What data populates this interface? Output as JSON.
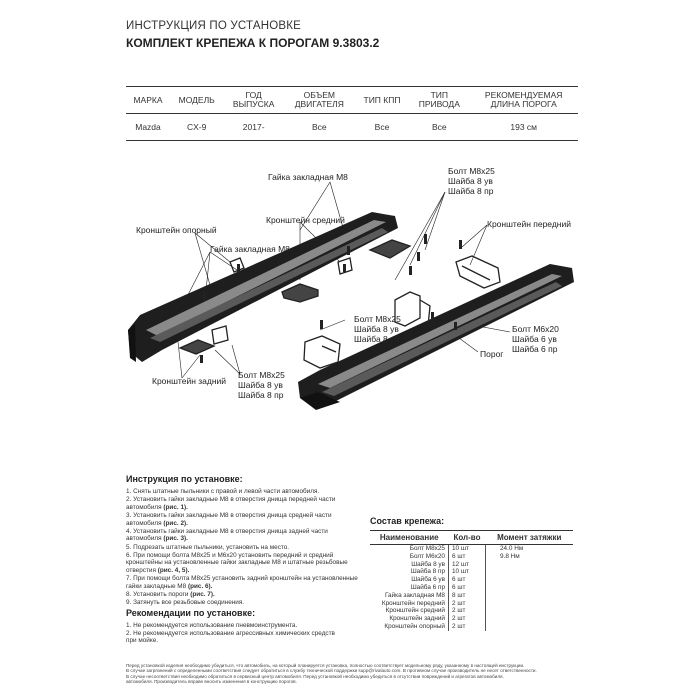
{
  "header": {
    "title": "ИНСТРУКЦИЯ ПО УСТАНОВКЕ",
    "subtitle": "КОМПЛЕКТ КРЕПЕЖА К ПОРОГАМ 9.3803.2"
  },
  "spec_table": {
    "headers": [
      [
        "МАРКА"
      ],
      [
        "МОДЕЛЬ"
      ],
      [
        "ГОД",
        "ВЫПУСКА"
      ],
      [
        "ОБЪЕМ",
        "ДВИГАТЕЛЯ"
      ],
      [
        "ТИП КПП"
      ],
      [
        "ТИП",
        "ПРИВОДА"
      ],
      [
        "РЕКОМЕНДУЕМАЯ",
        "ДЛИНА ПОРОГА"
      ]
    ],
    "row": [
      "Mazda",
      "CX-9",
      "2017-",
      "Все",
      "Все",
      "Все",
      "193 см"
    ]
  },
  "callouts": {
    "nut_top": [
      "Гайка закладная М8"
    ],
    "bolt_top": [
      "Болт М8х25",
      "Шайба 8 ув",
      "Шайба 8 пр"
    ],
    "bracket_support": [
      "Кронштейн опорный"
    ],
    "nut_left": [
      "Гайка закладная М8"
    ],
    "bracket_middle": [
      "Кронштейн средний"
    ],
    "bracket_front": [
      "Кронштейн передний"
    ],
    "bolt_mid": [
      "Болт М8х25",
      "Шайба 8 ув",
      "Шайба 8 пр"
    ],
    "bolt_m6": [
      "Болт М6х20",
      "Шайба 6 ув",
      "Шайба 6 пр"
    ],
    "threshold": [
      "Порог"
    ],
    "bracket_rear": [
      "Кронштейн задний"
    ],
    "bolt_bottom": [
      "Болт М8х25",
      "Шайба 8 ув",
      "Шайба 8 пр"
    ]
  },
  "instructions": {
    "heading": "Инструкция по установке:",
    "steps": [
      {
        "text": "1. Снять штатные пыльники с правой и левой части автомобиля.",
        "ref": ""
      },
      {
        "text": "2. Установить гайки закладные М8 в отверстия днища передней части автомобиля",
        "ref": "(рис. 1)."
      },
      {
        "text": "3. Установить гайки закладные М8 в отверстия днища средней части автомобиля",
        "ref": "(рис. 2)."
      },
      {
        "text": "4. Установить гайки закладные М8 в отверстия днища задней части автомобиля",
        "ref": "(рис. 3)."
      },
      {
        "text": "5. Подрезать штатные пыльники, установить на место.",
        "ref": ""
      },
      {
        "text": "6. При помощи болта М8х25 и М6х20 установить передний и средний кронштейны на установленные гайки закладные М8 и штатные резьбовые отверстия",
        "ref": "(рис. 4, 5)."
      },
      {
        "text": "7. При помощи болта М8х25 установить задний кронштейн на установленные гайки закладные М8",
        "ref": "(рис. 6)."
      },
      {
        "text": "8. Установить пороги",
        "ref": "(рис. 7)."
      },
      {
        "text": "9. Затянуть все резьбовые соединения.",
        "ref": ""
      }
    ]
  },
  "recommendations": {
    "heading": "Рекомендации по установке:",
    "items": [
      "1. Не рекомендуется использование пневмоинструмента.",
      "2. Не рекомендуется использование агрессивных химических средств при мойке."
    ]
  },
  "kit": {
    "heading": "Состав крепежа:",
    "headers": [
      "Наименование",
      "Кол-во",
      "Момент затяжки"
    ],
    "rows": [
      [
        "Болт М8х25",
        "10 шт",
        "24.0 Нм"
      ],
      [
        "Болт М6х20",
        "6 шт",
        "9.8 Нм"
      ],
      [
        "Шайба 8 ув",
        "12 шт",
        ""
      ],
      [
        "Шайба 8 пр",
        "10 шт",
        ""
      ],
      [
        "Шайба 6 ув",
        "6 шт",
        ""
      ],
      [
        "Шайба 6 пр",
        "6 шт",
        ""
      ],
      [
        "Гайка закладная М8",
        "8 шт",
        ""
      ],
      [
        "Кронштейн передний",
        "2 шт",
        ""
      ],
      [
        "Кронштейн средний",
        "2 шт",
        ""
      ],
      [
        "Кронштейн задний",
        "2 шт",
        ""
      ],
      [
        "Кронштейн опорный",
        "2 шт",
        ""
      ]
    ]
  },
  "footer": {
    "lines": [
      "Перед установкой изделия необходимо убедиться, что автомобиль, на который планируется установка, полностью соответствует модельному ряду, указанному в настоящей инструкции.",
      "В случае загрязнений с определенными соответствия следует обратиться в службу технической поддержки supp@rivalauto.com. В противном случае производитель не несет ответственности.",
      "В случае несоответствия необходимо обратиться в сервисный центр автомобиля. Перед установкой необходимо убедиться в отсутствии повреждений и агрегатов автомобиля.",
      "автомобиля. Производитель вправе вносить изменения в конструкцию порогов."
    ]
  },
  "colors": {
    "ink": "#222222",
    "rule": "#333333",
    "threshold_body": "#1e1e1e",
    "threshold_trim": "#8a8a8a"
  }
}
